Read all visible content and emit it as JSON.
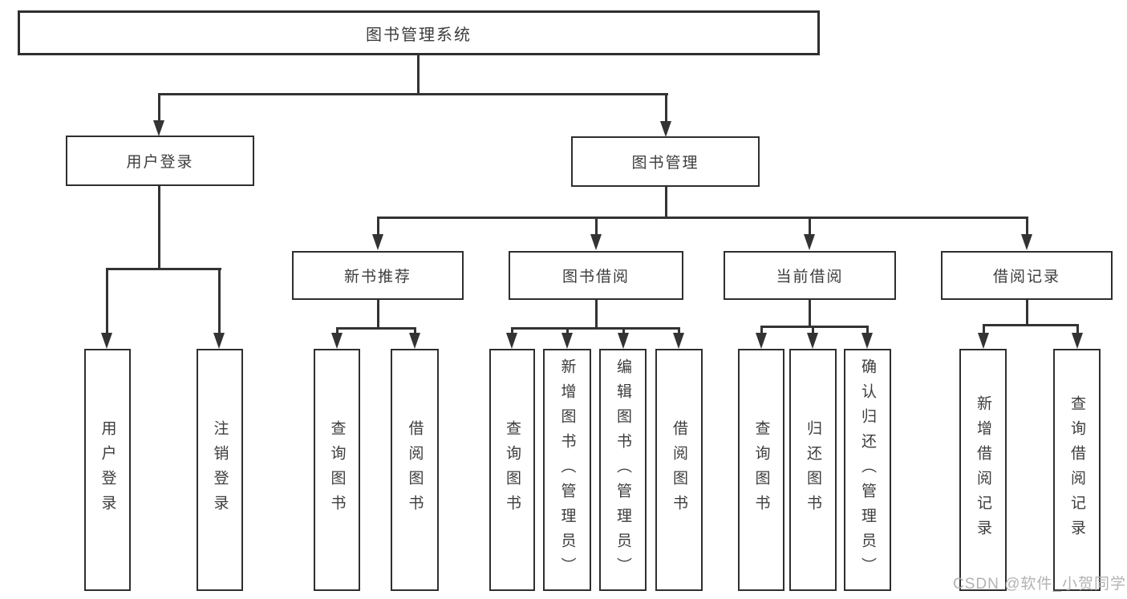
{
  "style": {
    "line_color": "#333333",
    "box_border_color": "#2f2f2f",
    "text_color": "#3d3d3d",
    "watermark_color": "#afafaf",
    "background": "#ffffff"
  },
  "watermark": {
    "text": "CSDN @软件_小贺同学"
  },
  "tree": {
    "root": {
      "label": "图书管理系统"
    },
    "branches": [
      {
        "label": "用户登录",
        "children": [
          {
            "label": "用户登录"
          },
          {
            "label": "注销登录"
          }
        ]
      },
      {
        "label": "图书管理",
        "groups": [
          {
            "label": "新书推荐",
            "children": [
              {
                "label": "查询图书"
              },
              {
                "label": "借阅图书"
              }
            ]
          },
          {
            "label": "图书借阅",
            "children": [
              {
                "label": "查询图书"
              },
              {
                "label": "新增图书（管理员）"
              },
              {
                "label": "编辑图书（管理员）"
              },
              {
                "label": "借阅图书"
              }
            ]
          },
          {
            "label": "当前借阅",
            "children": [
              {
                "label": "查询图书"
              },
              {
                "label": "归还图书"
              },
              {
                "label": "确认归还（管理员）"
              }
            ]
          },
          {
            "label": "借阅记录",
            "children": [
              {
                "label": "新增借阅记录"
              },
              {
                "label": "查询借阅记录"
              }
            ]
          }
        ]
      }
    ]
  }
}
